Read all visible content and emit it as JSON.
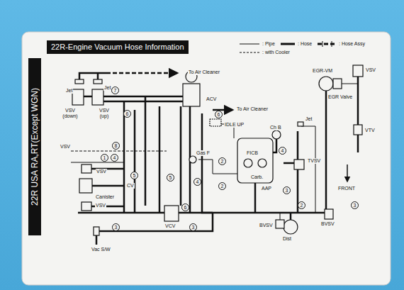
{
  "diagram": {
    "title": "22R-Engine Vacuum Hose Information",
    "labels": [
      "To Air Cleaner",
      "Jet",
      "Jet",
      "VSV (down)",
      "VSV (up)",
      "ACV",
      "To Air Cleaner",
      "EGR-VM",
      "VSV",
      "EGR Valve",
      "IDLE UP",
      "Ch B",
      "Jet",
      "VTV",
      "FRONT",
      "VSV",
      "VSV",
      "Gas F",
      "FICB",
      "Carb.",
      "TVSV",
      "AAP",
      "Canister",
      "CV",
      "VSV",
      "VCV",
      "BVSV",
      "Dist",
      "BVSV",
      "Vac S/W",
      "22R USA RA,RT(Except WGN)",
      "7",
      "6",
      "6",
      "8",
      "1",
      "4",
      "5",
      "2",
      "2",
      "5",
      "4",
      "4",
      "3",
      "6",
      "3",
      "3",
      "2",
      "3"
    ],
    "legend": [
      {
        "text": ": Pipe"
      },
      {
        "text": ": Hose"
      },
      {
        "text": ": Hose Assy"
      },
      {
        "text": ": with Cooler"
      }
    ]
  }
}
